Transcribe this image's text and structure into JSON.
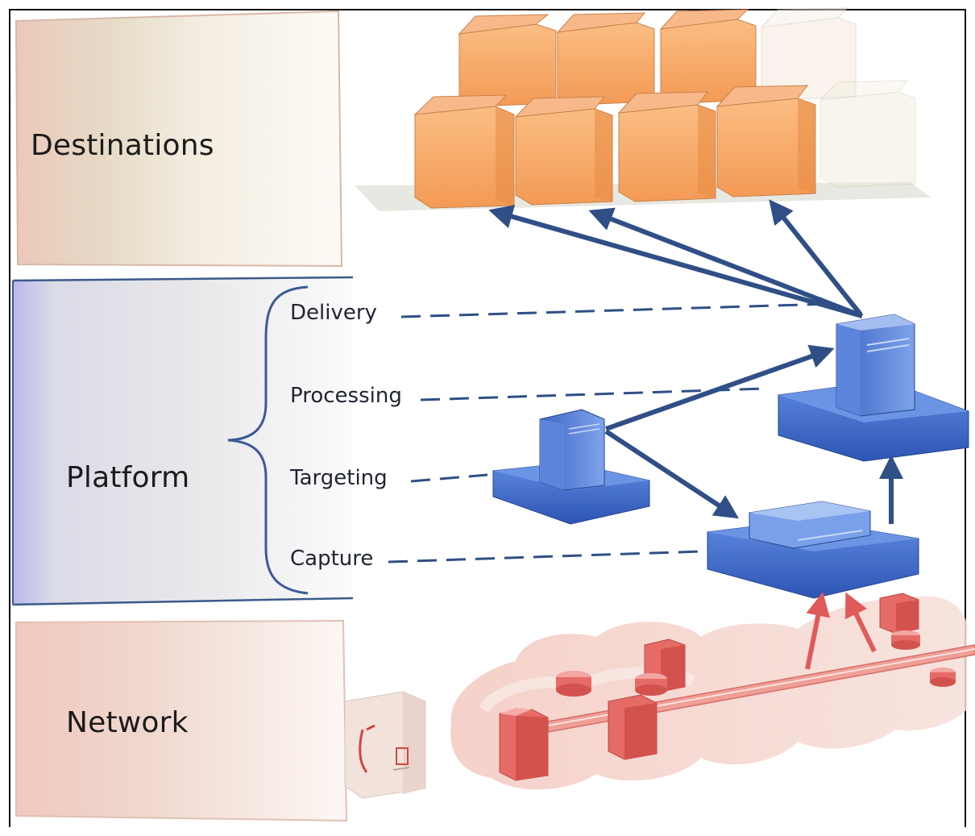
{
  "panels": {
    "destinations": "Destinations",
    "platform": "Platform",
    "network": "Network"
  },
  "platform_layers": {
    "delivery": "Delivery",
    "processing": "Processing",
    "targeting": "Targeting",
    "capture": "Capture"
  },
  "colors": {
    "arrow_blue": "#2f4f86",
    "arrow_red": "#e05a5a",
    "box_orange": "#f7a766",
    "server_blue": "#3d67c9",
    "network_red": "#e86a6a"
  }
}
